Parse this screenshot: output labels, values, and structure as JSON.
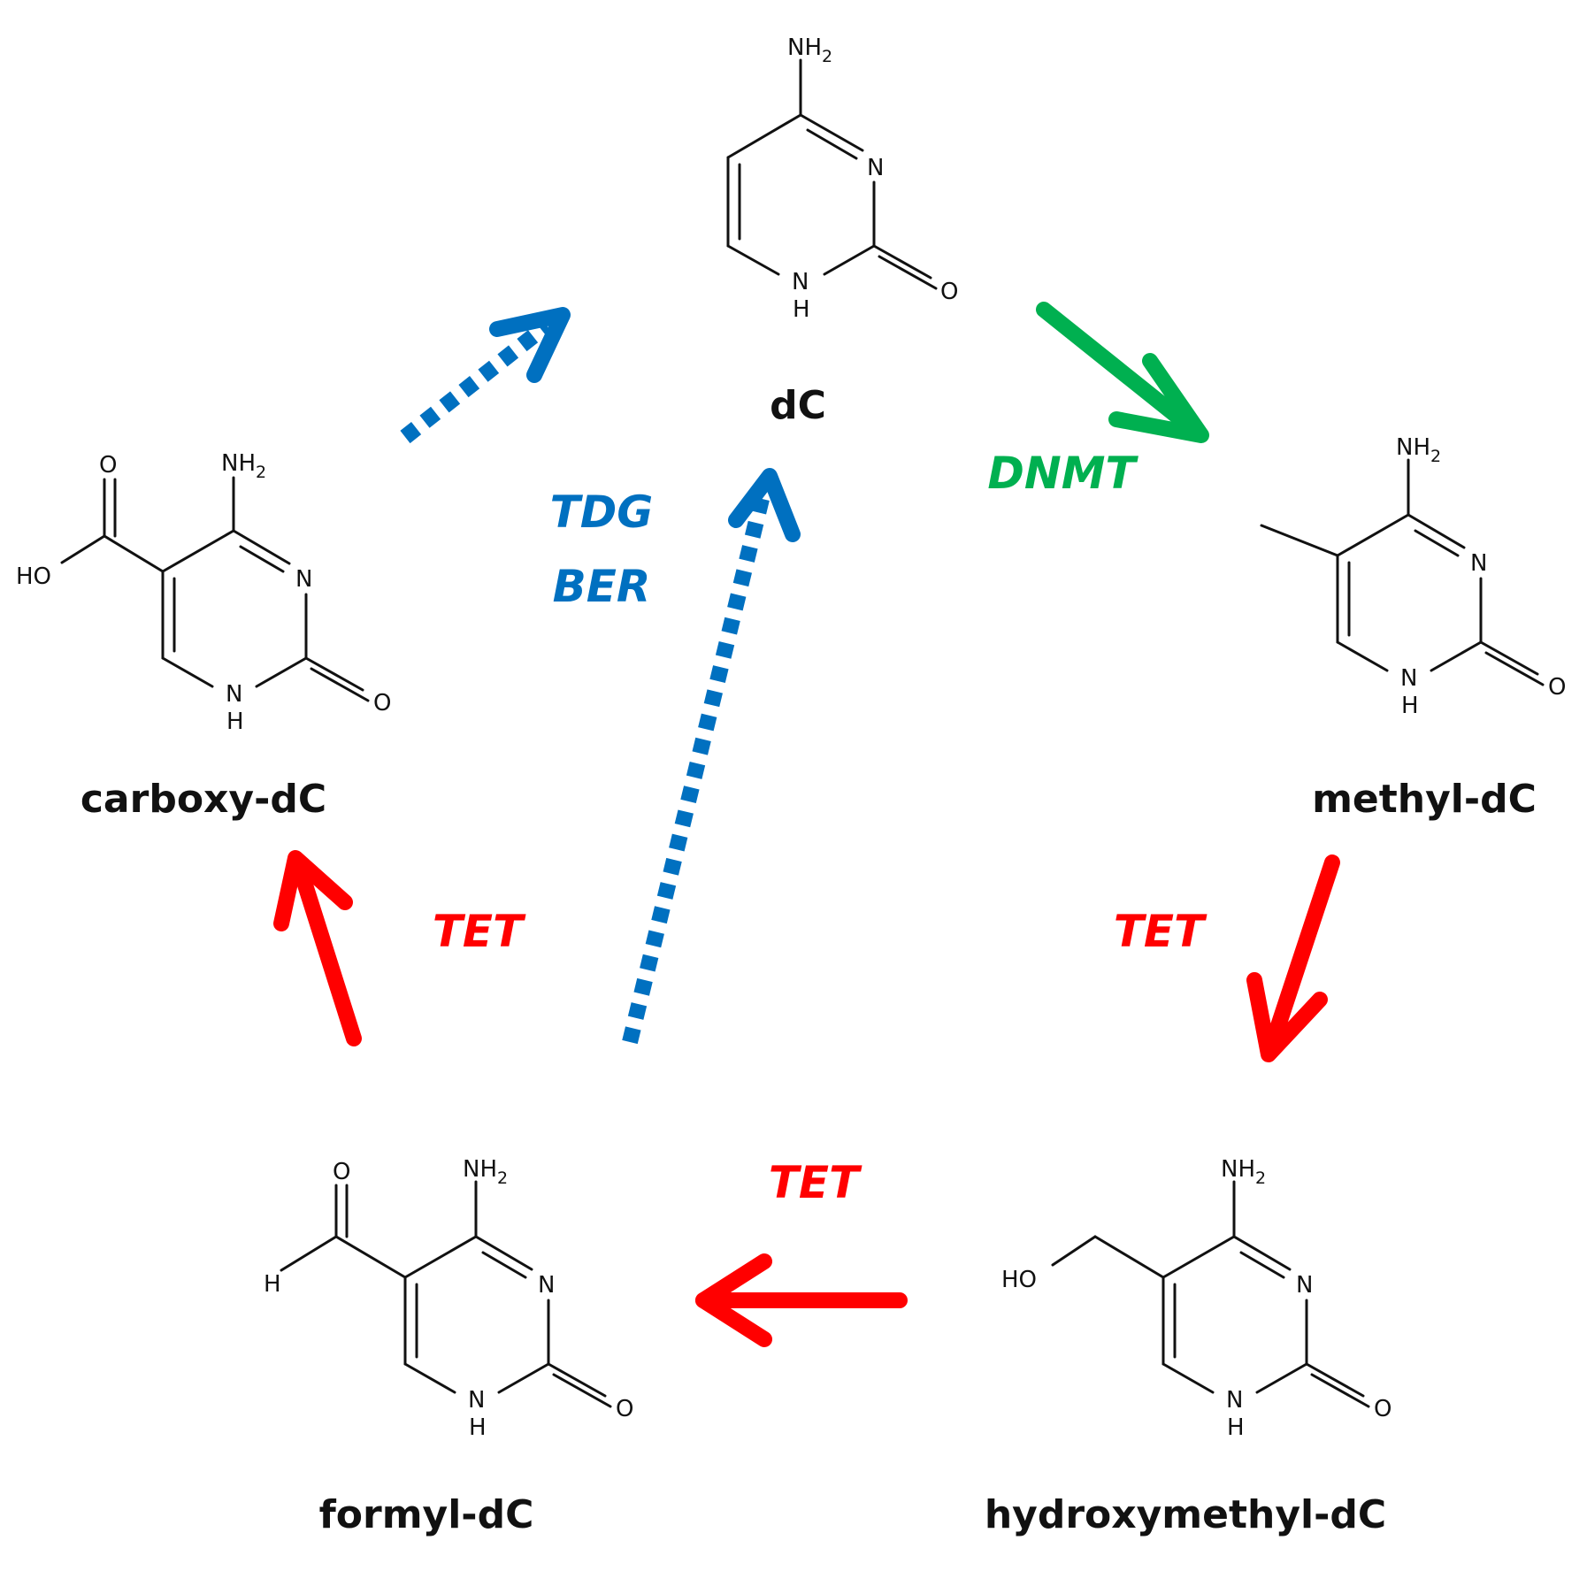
{
  "colors": {
    "red": "#ff0000",
    "green": "#00b050",
    "blue": "#0070c0",
    "black": "#111111"
  },
  "atoms": {
    "n": "N",
    "nh2_n": "NH",
    "nh2_sub": "2",
    "h": "H",
    "o": "O",
    "ho": "HO"
  },
  "molecules": {
    "dc": "dC",
    "methyl": "methyl-dC",
    "hydroxymethyl": "hydroxymethyl-dC",
    "formyl": "formyl-dC",
    "carboxy": "carboxy-dC"
  },
  "enzymes": {
    "dnmt": "DNMT",
    "tet_right": "TET",
    "tet_bottom": "TET",
    "tet_left": "TET",
    "tdg": "TDG",
    "ber": "BER"
  },
  "arrows": [
    {
      "from": "dC",
      "to": "methyl-dC",
      "enzyme": "DNMT",
      "color": "green",
      "style": "solid"
    },
    {
      "from": "methyl-dC",
      "to": "hydroxymethyl-dC",
      "enzyme": "TET",
      "color": "red",
      "style": "solid"
    },
    {
      "from": "hydroxymethyl-dC",
      "to": "formyl-dC",
      "enzyme": "TET",
      "color": "red",
      "style": "solid"
    },
    {
      "from": "formyl-dC",
      "to": "carboxy-dC",
      "enzyme": "TET",
      "color": "red",
      "style": "solid"
    },
    {
      "from": "formyl-dC",
      "to": "dC",
      "enzyme": "TDG BER",
      "color": "blue",
      "style": "dotted"
    },
    {
      "from": "carboxy-dC",
      "to": "dC",
      "enzyme": "TDG BER",
      "color": "blue",
      "style": "dotted"
    }
  ]
}
